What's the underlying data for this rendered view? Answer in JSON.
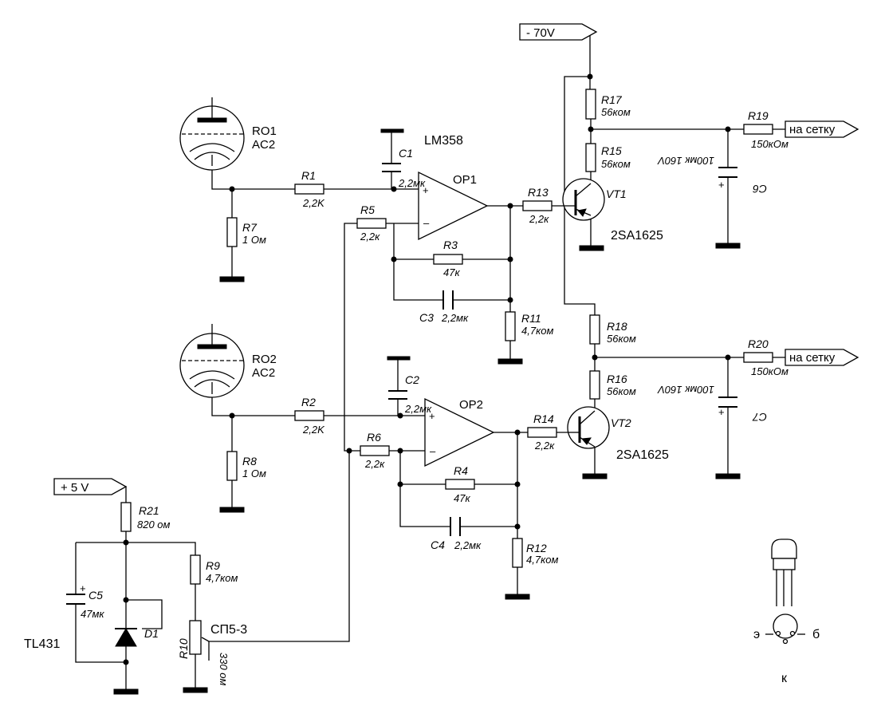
{
  "ports": {
    "minus70": "- 70V",
    "plus5": "+ 5 V",
    "grid1": "на сетку",
    "grid2": "на сетку"
  },
  "tubes": {
    "ro1": {
      "name": "RO1",
      "type": "AC2"
    },
    "ro2": {
      "name": "RO2",
      "type": "AC2"
    }
  },
  "opamps": {
    "chip": "LM358",
    "op1": "OP1",
    "op2": "OP2",
    "plus_sign": "+",
    "minus_sign": "–"
  },
  "transistors": {
    "vt1": {
      "ref": "VT1",
      "part": "2SA1625"
    },
    "vt2": {
      "ref": "VT2",
      "part": "2SA1625"
    }
  },
  "resistors": {
    "r1": {
      "ref": "R1",
      "value": "2,2K"
    },
    "r2": {
      "ref": "R2",
      "value": "2,2K"
    },
    "r3": {
      "ref": "R3",
      "value": "47к"
    },
    "r4": {
      "ref": "R4",
      "value": "47к"
    },
    "r5": {
      "ref": "R5",
      "value": "2,2к"
    },
    "r6": {
      "ref": "R6",
      "value": "2,2к"
    },
    "r7": {
      "ref": "R7",
      "value": "1 Ом"
    },
    "r8": {
      "ref": "R8",
      "value": "1 Ом"
    },
    "r9": {
      "ref": "R9",
      "value": "4,7ком"
    },
    "r10": {
      "ref": "R10",
      "type": "СП5-3",
      "value": "330 ом"
    },
    "r11": {
      "ref": "R11",
      "value": "4,7ком"
    },
    "r12": {
      "ref": "R12",
      "value": "4,7ком"
    },
    "r13": {
      "ref": "R13",
      "value": "2,2к"
    },
    "r14": {
      "ref": "R14",
      "value": "2,2к"
    },
    "r15": {
      "ref": "R15",
      "value": "56ком"
    },
    "r16": {
      "ref": "R16",
      "value": "56ком"
    },
    "r17": {
      "ref": "R17",
      "value": "56ком"
    },
    "r18": {
      "ref": "R18",
      "value": "56ком"
    },
    "r19": {
      "ref": "R19",
      "value": "150кОм"
    },
    "r20": {
      "ref": "R20",
      "value": "150кОм"
    },
    "r21": {
      "ref": "R21",
      "value": "820 ом"
    }
  },
  "capacitors": {
    "c1": {
      "ref": "C1",
      "value": "2,2мк"
    },
    "c2": {
      "ref": "C2",
      "value": "2,2мк"
    },
    "c3": {
      "ref": "C3",
      "value": "2,2мк"
    },
    "c4": {
      "ref": "C4",
      "value": "2,2мк"
    },
    "c5": {
      "ref": "C5",
      "value": "47мк",
      "plus": "+"
    },
    "c6": {
      "ref": "C6",
      "value": "100мк 160V",
      "plus": "+"
    },
    "c7": {
      "ref": "C7",
      "value": "100мк 160V",
      "plus": "+"
    }
  },
  "regulator": {
    "ref": "D1",
    "part": "TL431"
  },
  "pinout": {
    "emitter": "э",
    "base": "б",
    "collector": "к"
  }
}
